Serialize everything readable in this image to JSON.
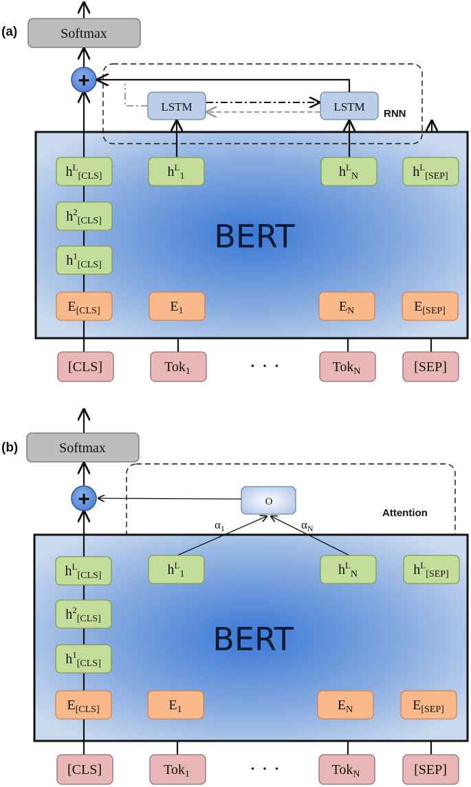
{
  "panel_a": {
    "label": "(a)",
    "softmax": "Softmax",
    "plus": "+",
    "lstm_left": "LSTM",
    "lstm_right": "LSTM",
    "rnn_label": "RNN",
    "bert": "BERT",
    "h_cls_L": {
      "base": "h",
      "sup": "L",
      "sub": "[CLS]"
    },
    "h_1_L": {
      "base": "h",
      "sup": "L",
      "sub": "1"
    },
    "h_N_L": {
      "base": "h",
      "sup": "L",
      "sub": "N"
    },
    "h_sep_L": {
      "base": "h",
      "sup": "L",
      "sub": "[SEP]"
    },
    "h_cls_2": {
      "base": "h",
      "sup": "2",
      "sub": "[CLS]"
    },
    "h_cls_1": {
      "base": "h",
      "sup": "1",
      "sub": "[CLS]"
    },
    "e_cls": {
      "base": "E",
      "sub": "[CLS]"
    },
    "e_1": {
      "base": "E",
      "sub": "1"
    },
    "e_n": {
      "base": "E",
      "sub": "N"
    },
    "e_sep": {
      "base": "E",
      "sub": "[SEP]"
    },
    "tok_cls": "[CLS]",
    "tok_1": {
      "base": "Tok",
      "sub": "1"
    },
    "tok_n": {
      "base": "Tok",
      "sub": "N"
    },
    "tok_sep": "[SEP]",
    "dots": "· · ·"
  },
  "panel_b": {
    "label": "(b)",
    "softmax": "Softmax",
    "plus": "+",
    "o": "O",
    "alpha_1": {
      "base": "α",
      "sub": "1"
    },
    "alpha_n": {
      "base": "α",
      "sub": "N"
    },
    "attention_label": "Attention",
    "bert": "BERT",
    "h_cls_L": {
      "base": "h",
      "sup": "L",
      "sub": "[CLS]"
    },
    "h_1_L": {
      "base": "h",
      "sup": "L",
      "sub": "1"
    },
    "h_N_L": {
      "base": "h",
      "sup": "L",
      "sub": "N"
    },
    "h_sep_L": {
      "base": "h",
      "sup": "L",
      "sub": "[SEP]"
    },
    "h_cls_2": {
      "base": "h",
      "sup": "2",
      "sub": "[CLS]"
    },
    "h_cls_1": {
      "base": "h",
      "sup": "1",
      "sub": "[CLS]"
    },
    "e_cls": {
      "base": "E",
      "sub": "[CLS]"
    },
    "e_1": {
      "base": "E",
      "sub": "1"
    },
    "e_n": {
      "base": "E",
      "sub": "N"
    },
    "e_sep": {
      "base": "E",
      "sub": "[SEP]"
    },
    "tok_cls": "[CLS]",
    "tok_1": {
      "base": "Tok",
      "sub": "1"
    },
    "tok_n": {
      "base": "Tok",
      "sub": "N"
    },
    "tok_sep": "[SEP]",
    "dots": "· · ·"
  },
  "colors": {
    "bert_center": "#2f6fd0",
    "bert_edge": "#c8d9ee",
    "green": "#c4dd9a",
    "orange": "#f9b98a",
    "pink": "#e9b7b8",
    "softmax": "#bdbdbd",
    "lstm": "#bccfe8",
    "plus": "#5b8fdc"
  }
}
